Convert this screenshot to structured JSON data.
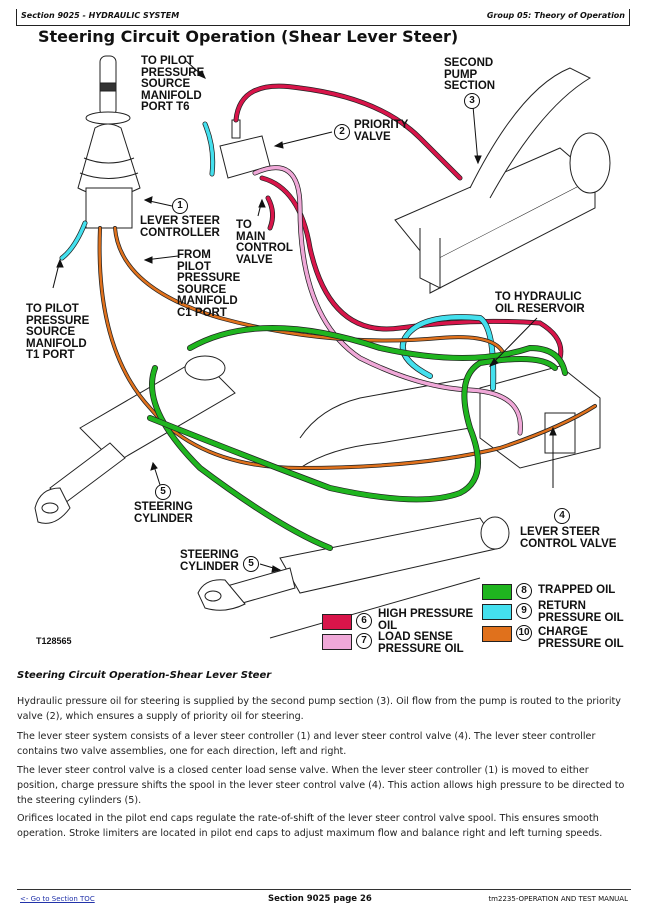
{
  "header": {
    "section": "Section 9025 - HYDRAULIC SYSTEM",
    "group": "Group 05: Theory of Operation"
  },
  "title": "Steering Circuit Operation (Shear Lever Steer)",
  "figure": {
    "id": "T128565",
    "callouts": [
      {
        "num": "1",
        "label": "LEVER STEER\nCONTROLLER"
      },
      {
        "num": "2",
        "label": "PRIORITY\nVALVE"
      },
      {
        "num": "3",
        "label": "SECOND\nPUMP\nSECTION"
      },
      {
        "num": "4",
        "label": "LEVER STEER\nCONTROL VALVE"
      },
      {
        "num": "5",
        "label": "STEERING\nCYLINDER"
      },
      {
        "num": "5",
        "label": "STEERING\nCYLINDER"
      }
    ],
    "notes": {
      "pilot_t6": "TO PILOT\nPRESSURE\nSOURCE\nMANIFOLD\nPORT T6",
      "pilot_t1": "TO PILOT\nPRESSURE\nSOURCE\nMANIFOLD\nT1 PORT",
      "pilot_c1": "FROM\nPILOT\nPRESSURE\nSOURCE\nMANIFOLD\nC1 PORT",
      "main_valve": "TO\nMAIN\nCONTROL\nVALVE",
      "reservoir": "TO HYDRAULIC\nOIL RESERVOIR"
    },
    "legend": [
      {
        "num": "6",
        "label": "HIGH PRESSURE\nOIL",
        "color": "#d8154a"
      },
      {
        "num": "7",
        "label": "LOAD SENSE\nPRESSURE OIL",
        "color": "#f0a8d8"
      },
      {
        "num": "8",
        "label": "TRAPPED OIL",
        "color": "#1fb51f"
      },
      {
        "num": "9",
        "label": "RETURN\nPRESSURE OIL",
        "color": "#44e0ee"
      },
      {
        "num": "10",
        "label": "CHARGE\nPRESSURE OIL",
        "color": "#e0711c"
      }
    ]
  },
  "subheading": "Steering Circuit Operation-Shear Lever Steer",
  "paragraphs": [
    "Hydraulic pressure oil for steering is supplied by the second pump section (3). Oil flow from the pump is routed to the priority valve (2), which ensures a supply of priority oil for steering.",
    "The lever steer system consists of a lever steer controller (1) and lever steer control valve (4). The lever steer controller contains two valve assemblies, one for each direction, left and right.",
    "The lever steer control valve is a closed center load sense valve. When the lever steer controller (1) is moved to either position, charge pressure shifts the spool in the lever steer control valve (4). This action allows high pressure to be directed to the steering cylinders (5).",
    "Orifices located in the pilot end caps regulate the rate-of-shift of the lever steer control valve spool. This ensures smooth operation. Stroke limiters are located in pilot end caps to adjust maximum flow and balance right and left turning speeds."
  ],
  "footer": {
    "toc_link": "<- Go to Section TOC",
    "page": "Section 9025 page 26",
    "manual": "tm2235-OPERATION AND TEST MANUAL"
  }
}
